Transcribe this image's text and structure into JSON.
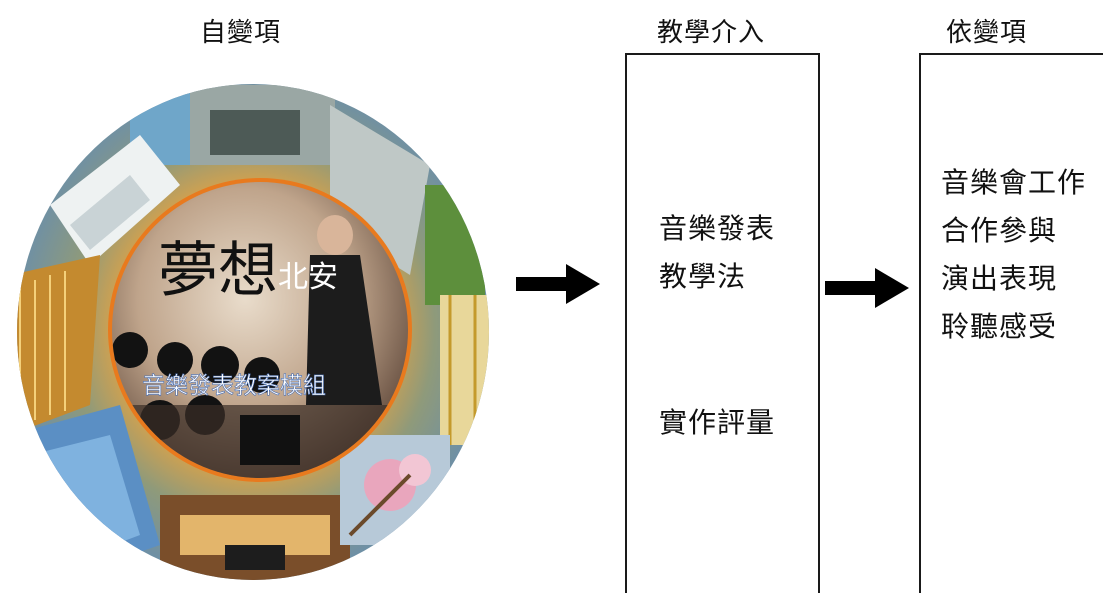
{
  "headings": {
    "independent_variable": "自變項",
    "intervention": "教學介入",
    "dependent_variable": "依變項"
  },
  "intervention": {
    "lines_top": [
      "音樂發表",
      "教學法"
    ],
    "lines_bottom": [
      "實作評量"
    ]
  },
  "dependent": {
    "lines": [
      "音樂會工作",
      "合作參與",
      "演出表現",
      "聆聽感受"
    ]
  },
  "collage": {
    "title_large": "夢想",
    "title_small": "北安",
    "subtitle": "音樂發表教案模組"
  },
  "colors": {
    "arrow": "#000000",
    "text": "#111111",
    "border": "#1a1a1a",
    "circle_ring": "#e87a1e"
  }
}
